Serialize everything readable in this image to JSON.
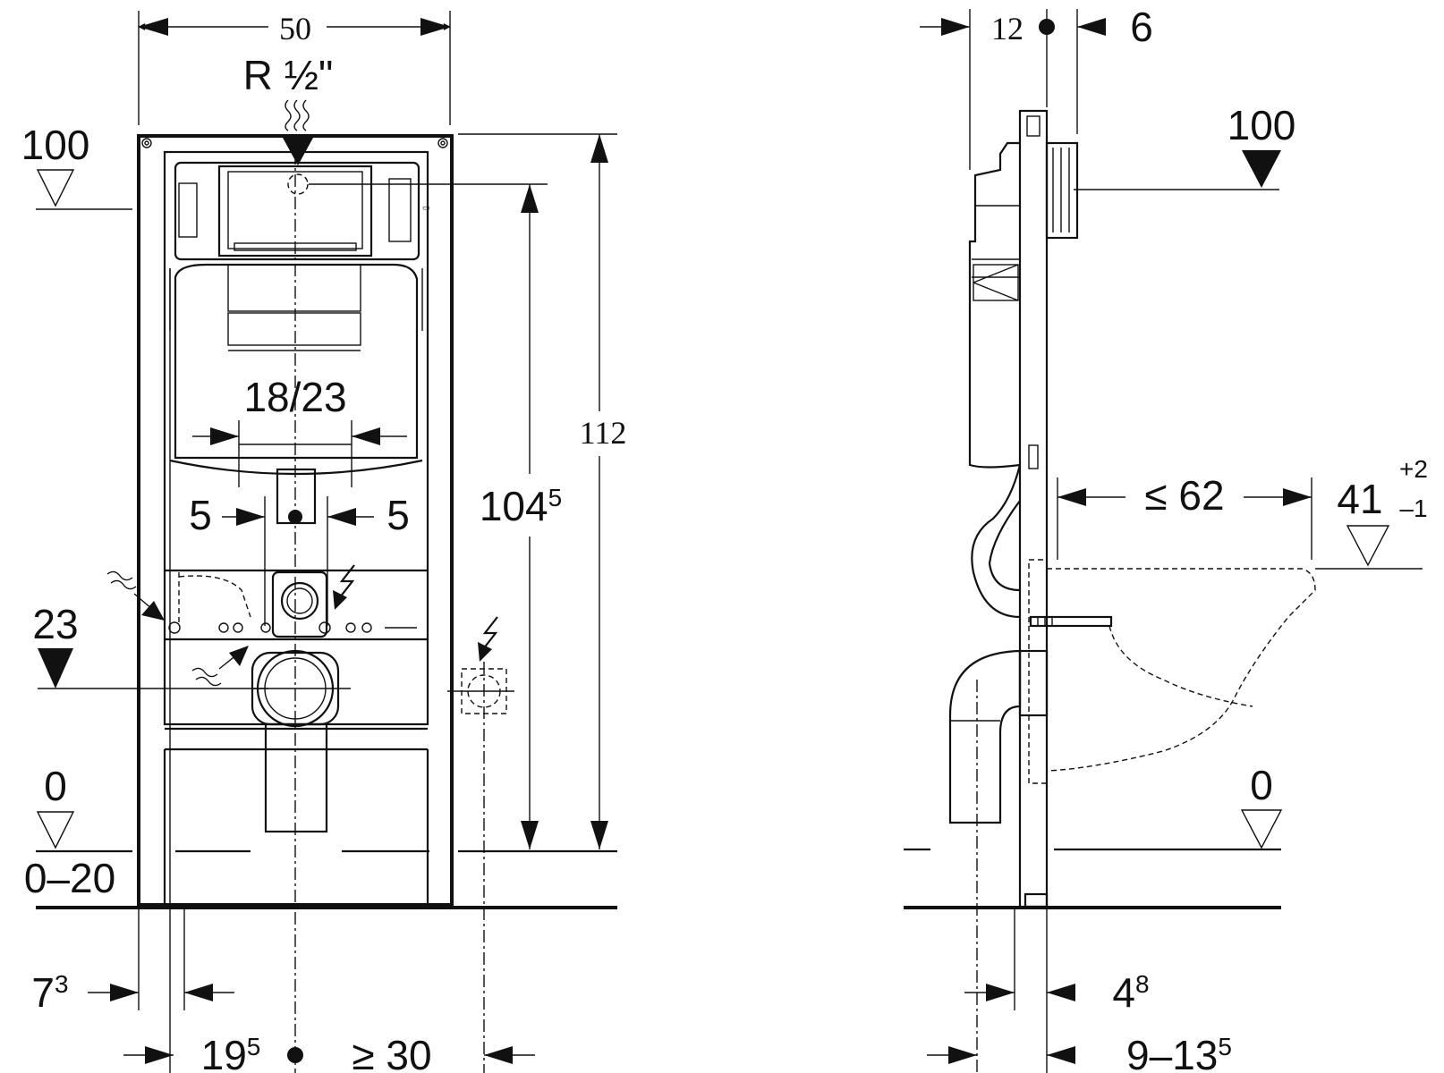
{
  "front_view": {
    "width": "50",
    "thread": "R ½\"",
    "level_top": "100",
    "flush_pipe": "18/23",
    "offset_left": "5",
    "offset_right": "5",
    "drain_level": "23",
    "total_height": "112",
    "height_to_supply": {
      "base": "104",
      "sup": "5"
    },
    "floor_level": "0",
    "floor_range": "0–20",
    "leg_offset": {
      "base": "7",
      "sup": "3"
    },
    "center_left": {
      "base": "19",
      "sup": "5"
    },
    "center_right": "≥ 30"
  },
  "side_view": {
    "depth_front": "12",
    "depth_back": "6",
    "level_top": "100",
    "bowl_projection": "≤ 62",
    "bowl_height": {
      "base": "41",
      "tol_plus": "+2",
      "tol_minus": "–1"
    },
    "floor_level": "0",
    "frame_depth": {
      "base": "4",
      "sup": "8"
    },
    "wall_range": {
      "base": "9–13",
      "sup": "5"
    }
  },
  "icons": [
    "water-supply-icon",
    "electrical-icon",
    "level-marker-icon"
  ]
}
